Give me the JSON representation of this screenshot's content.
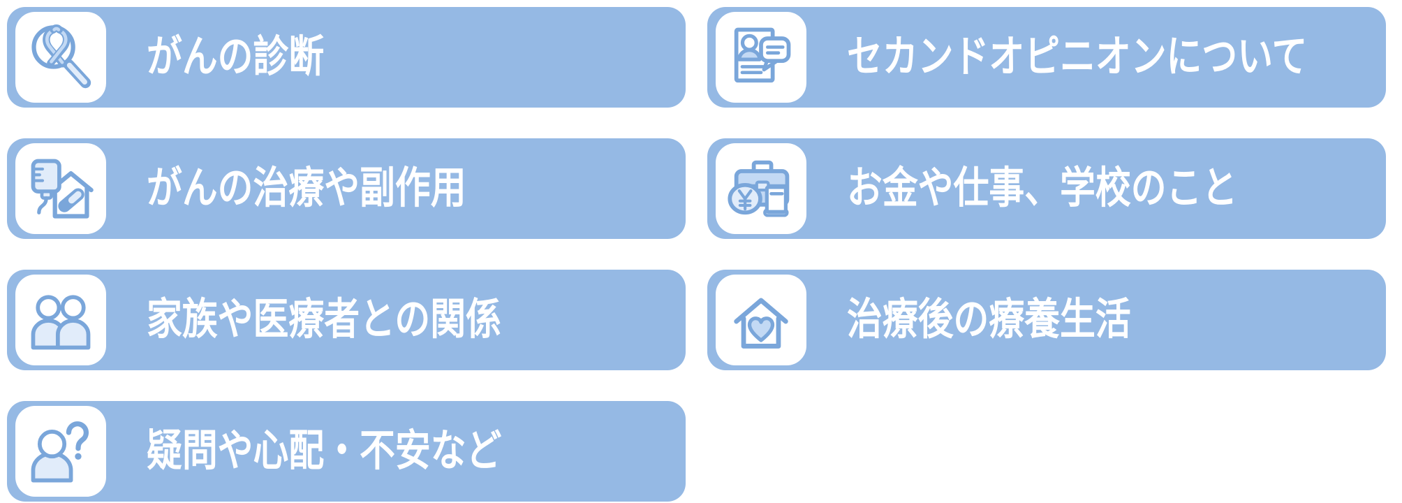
{
  "colors": {
    "card_bg": "#95b9e4",
    "icon_stroke": "#7aa6da",
    "icon_bg": "#ffffff",
    "icon_fill_light": "#e1ecfa",
    "icon_fill_mid": "#c3d9f4",
    "label_color": "#ffffff"
  },
  "cards": [
    {
      "label": "がんの診断",
      "icon": "magnifier-ribbon-icon"
    },
    {
      "label": "セカンドオピニオンについて",
      "icon": "document-speech-bubble-icon"
    },
    {
      "label": "がんの治療や副作用",
      "icon": "iv-drip-house-pill-icon"
    },
    {
      "label": "お金や仕事、学校のこと",
      "icon": "briefcase-yen-book-icon"
    },
    {
      "label": "家族や医療者との関係",
      "icon": "two-people-icon"
    },
    {
      "label": "治療後の療養生活",
      "icon": "house-heart-icon"
    },
    {
      "label": "疑問や心配・不安など",
      "icon": "person-question-icon"
    }
  ]
}
